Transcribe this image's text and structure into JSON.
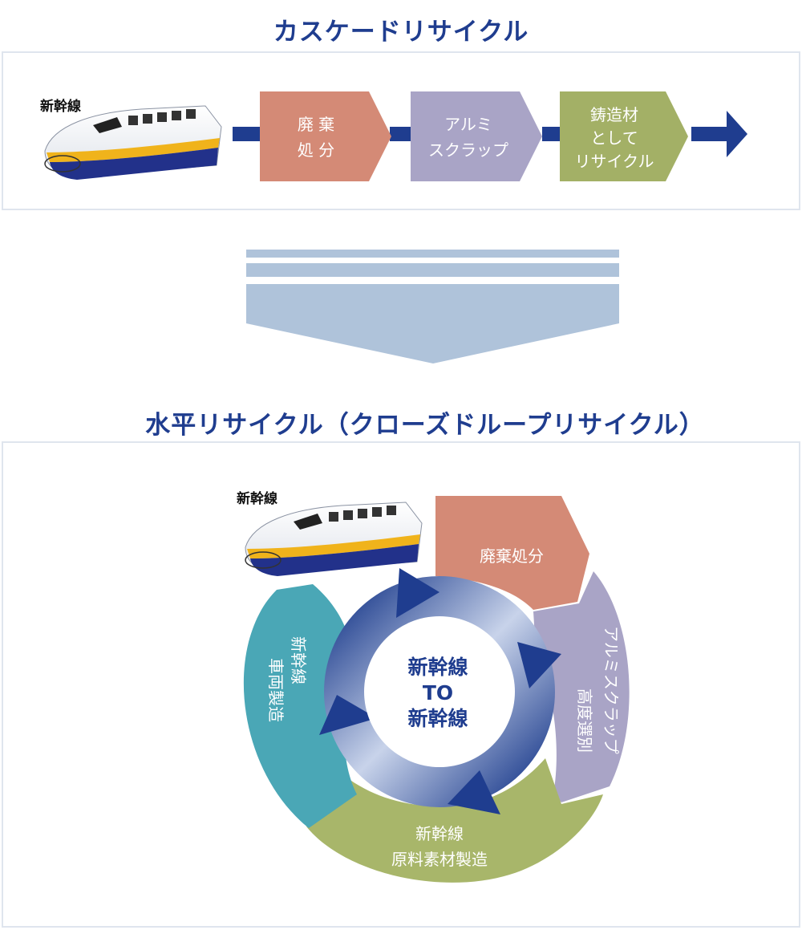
{
  "cascade": {
    "title": "カスケードリサイクル",
    "train_label": "新幹線",
    "steps": [
      {
        "lines": [
          "廃 棄",
          "処 分"
        ],
        "color": "#d48a76"
      },
      {
        "lines": [
          "アルミ",
          "スクラップ"
        ],
        "color": "#a9a4c6"
      },
      {
        "lines": [
          "鋳造材",
          "として",
          "リサイクル"
        ],
        "color": "#a3b066"
      }
    ]
  },
  "horizontal": {
    "title": "水平リサイクル（クローズドループリサイクル）",
    "train_label": "新幹線",
    "center": [
      "新幹線",
      "TO",
      "新幹線"
    ],
    "segments": [
      {
        "name": "disposal",
        "lines": [
          "廃棄処分"
        ],
        "color": "#d48a76"
      },
      {
        "name": "scrap",
        "lines": [
          "アルミスクラップ",
          "高度選別"
        ],
        "color": "#a9a4c6"
      },
      {
        "name": "material",
        "lines": [
          "新幹線",
          "原料素材製造"
        ],
        "color": "#a8b66a"
      },
      {
        "name": "vehicle",
        "lines": [
          "新幹線",
          "車両製造"
        ],
        "color": "#4aa7b6"
      }
    ]
  },
  "colors": {
    "arrow_navy": "#1f3d8f",
    "band": "#afc3da",
    "panel_border": "#dfe5ee"
  }
}
